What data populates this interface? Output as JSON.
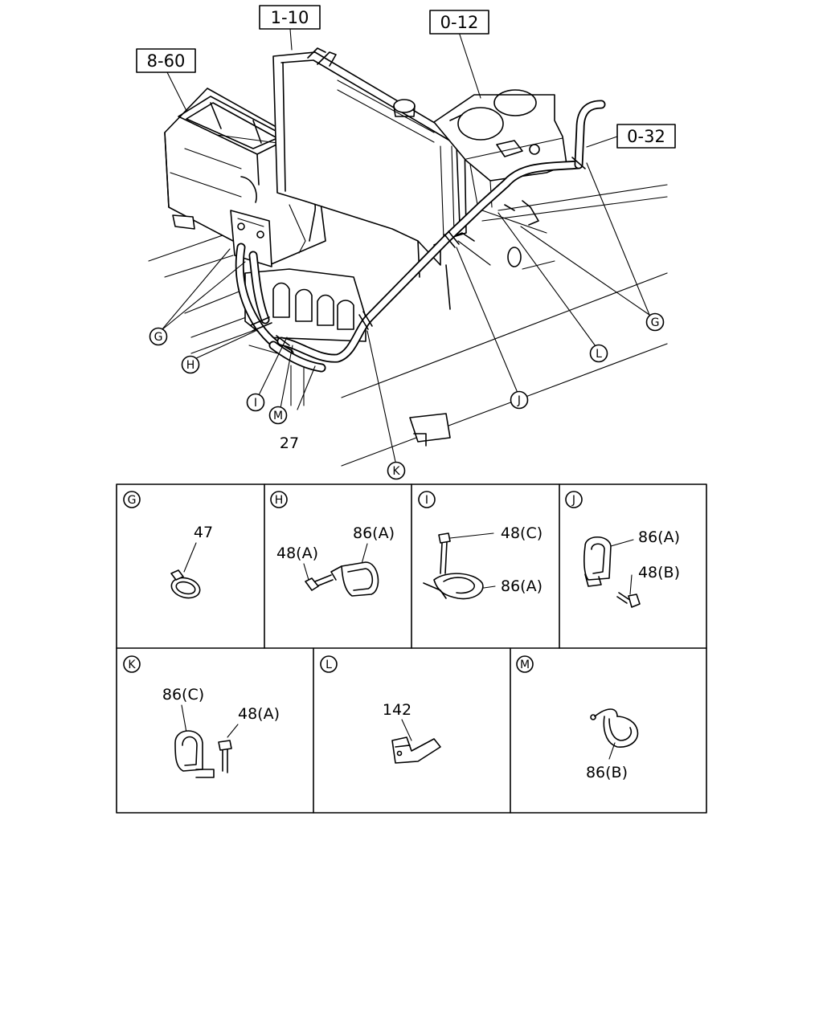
{
  "references": {
    "ref_1_10": "1-10",
    "ref_0_12": "0-12",
    "ref_8_60": "8-60",
    "ref_0_32": "0-32"
  },
  "callouts": {
    "G": "G",
    "H": "H",
    "I": "I",
    "J": "J",
    "K": "K",
    "L": "L",
    "M": "M"
  },
  "main_part": "27",
  "details": {
    "G": {
      "letter": "G",
      "parts": [
        "47"
      ]
    },
    "H": {
      "letter": "H",
      "parts": [
        "86(A)",
        "48(A)"
      ]
    },
    "I": {
      "letter": "I",
      "parts": [
        "48(C)",
        "86(A)"
      ]
    },
    "J": {
      "letter": "J",
      "parts": [
        "86(A)",
        "48(B)"
      ]
    },
    "K": {
      "letter": "K",
      "parts": [
        "86(C)",
        "48(A)"
      ]
    },
    "L": {
      "letter": "L",
      "parts": [
        "142"
      ]
    },
    "M": {
      "letter": "M",
      "parts": [
        "86(B)"
      ]
    }
  }
}
